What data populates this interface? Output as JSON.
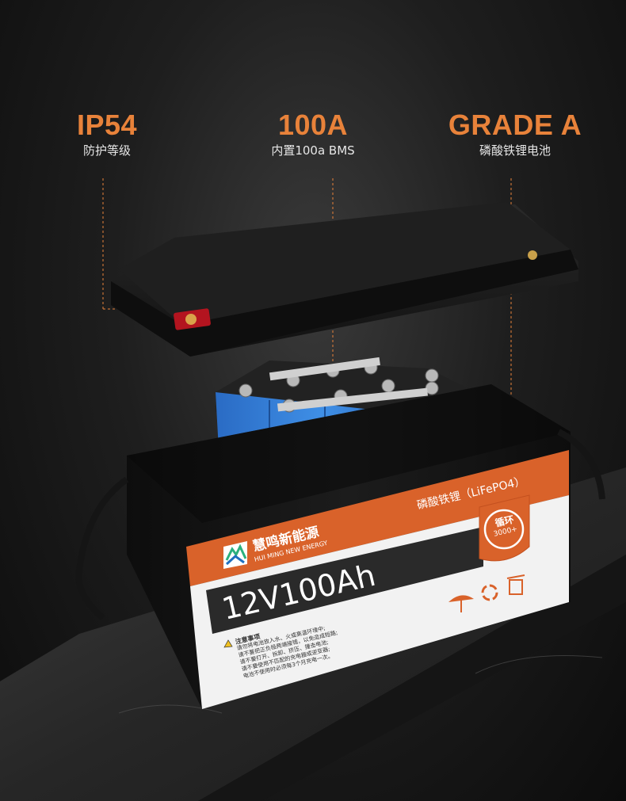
{
  "features": [
    {
      "title": "IP54",
      "subtitle": "防护等级"
    },
    {
      "title": "100A",
      "subtitle": "内置100a BMS"
    },
    {
      "title": "GRADE A",
      "subtitle": "磷酸铁锂电池"
    }
  ],
  "battery": {
    "brand_cn": "慧鸣新能源",
    "brand_en": "HUI MING NEW ENERGY",
    "chemistry": "磷酸铁锂（LiFePO4）",
    "model": "12V100Ah",
    "cycle_label": "循环",
    "cycle_count": "3000+",
    "notice_title": "注意事项",
    "notices": [
      "请勿将电池放入水、火或高温环境中;",
      "请不要把正负极两端接错，以免造成短路;",
      "请不要打开、拆卸、挤压、撞击电池;",
      "请不要使用不匹配的充电器或逆变器;",
      "电池不使用时必须每3个月充电一次。"
    ]
  },
  "icons": [
    "umbrella-icon",
    "recycle-icon",
    "trash-bin-icon",
    "warning-icon",
    "cycle-arrow-icon"
  ],
  "colors": {
    "accent": "#e8823a",
    "label_orange": "#d9622a",
    "background": "#1a1a1a"
  }
}
